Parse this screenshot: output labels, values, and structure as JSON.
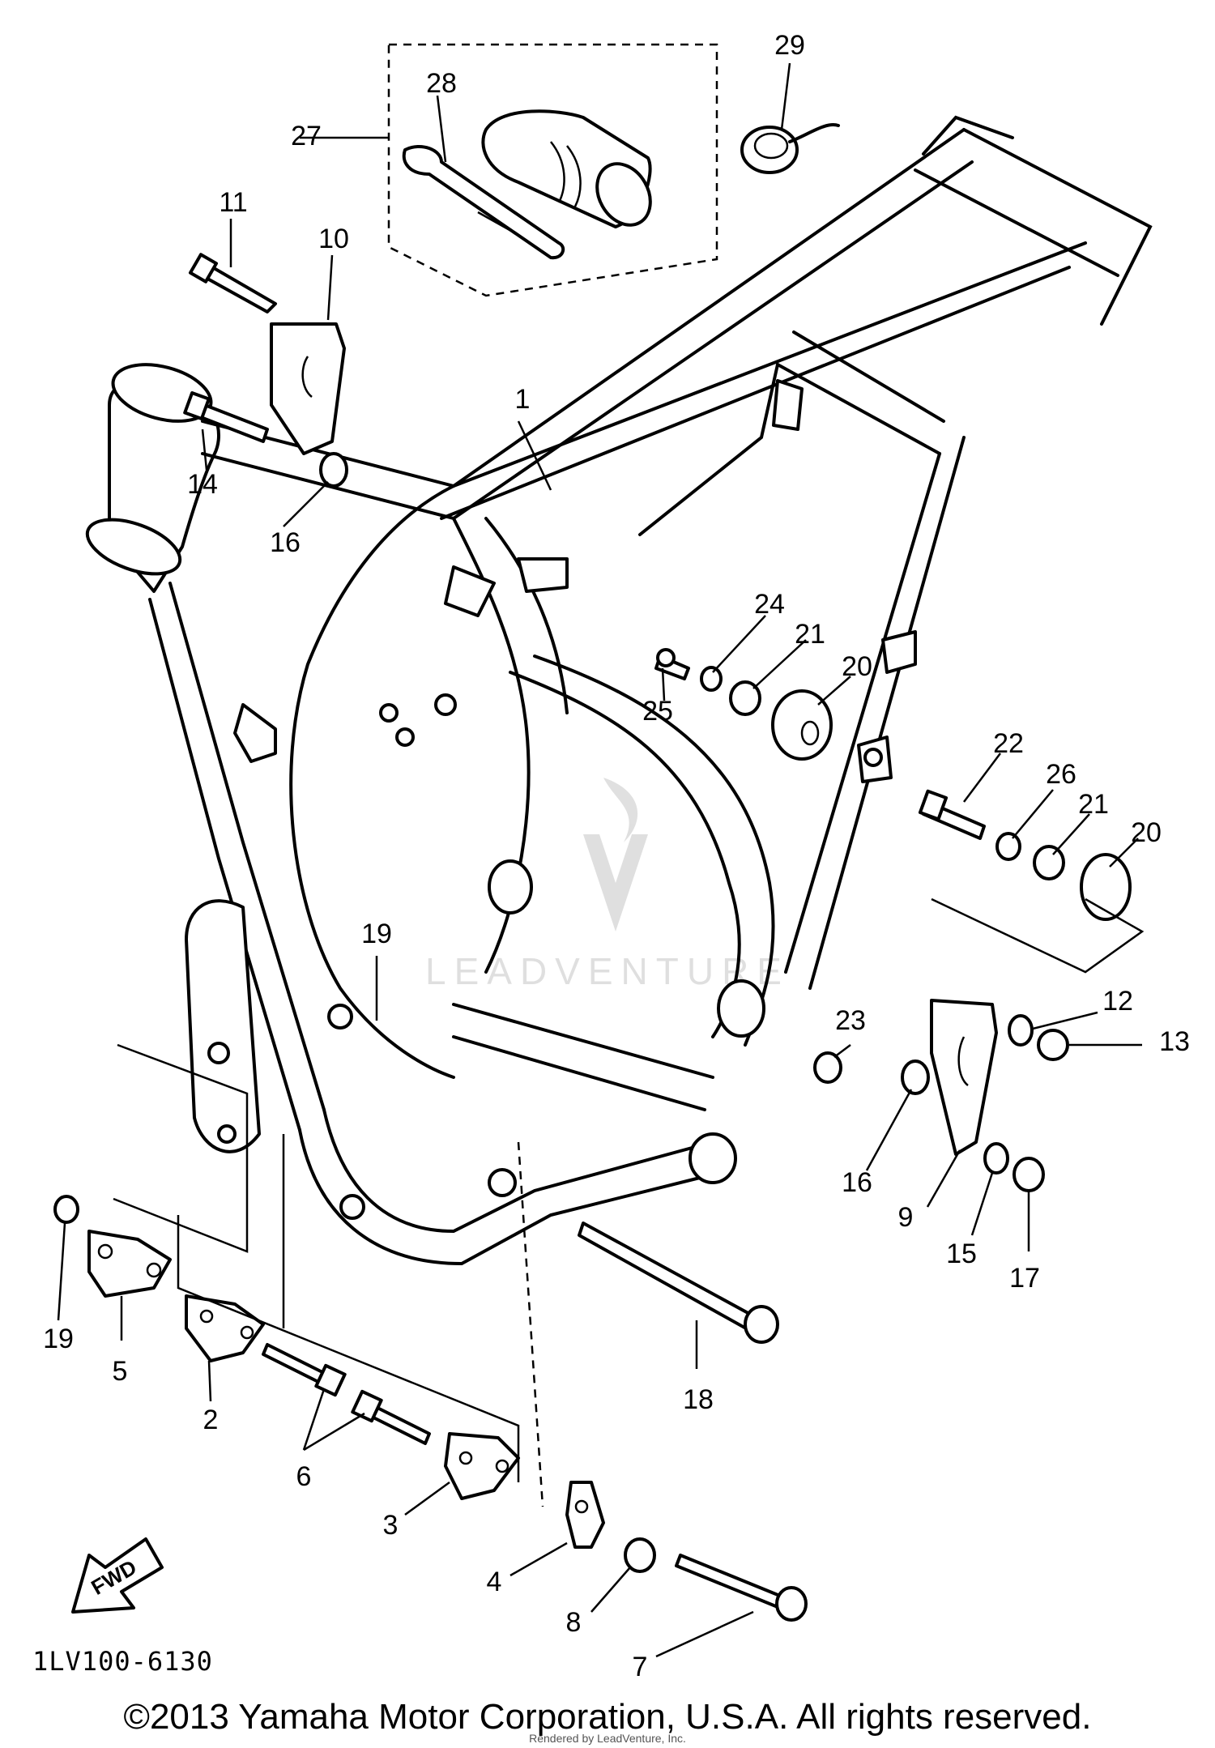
{
  "diagram": {
    "code": "1LV100-6130",
    "copyright": "©2013 Yamaha Motor Corporation, U.S.A. All rights reserved.",
    "credit": "Rendered by LeadVenture, Inc.",
    "fwd_label": "FWD",
    "watermark_text": "LEADVENTURE",
    "callouts": [
      {
        "id": "p1",
        "label": "1"
      },
      {
        "id": "p2",
        "label": "2"
      },
      {
        "id": "p3",
        "label": "3"
      },
      {
        "id": "p4",
        "label": "4"
      },
      {
        "id": "p5",
        "label": "5"
      },
      {
        "id": "p6",
        "label": "6"
      },
      {
        "id": "p7",
        "label": "7"
      },
      {
        "id": "p8",
        "label": "8"
      },
      {
        "id": "p9",
        "label": "9"
      },
      {
        "id": "p10",
        "label": "10"
      },
      {
        "id": "p11",
        "label": "11"
      },
      {
        "id": "p12",
        "label": "12"
      },
      {
        "id": "p13",
        "label": "13"
      },
      {
        "id": "p14",
        "label": "14"
      },
      {
        "id": "p15",
        "label": "15"
      },
      {
        "id": "p16a",
        "label": "16"
      },
      {
        "id": "p16b",
        "label": "16"
      },
      {
        "id": "p17",
        "label": "17"
      },
      {
        "id": "p18",
        "label": "18"
      },
      {
        "id": "p19a",
        "label": "19"
      },
      {
        "id": "p19b",
        "label": "19"
      },
      {
        "id": "p20a",
        "label": "20"
      },
      {
        "id": "p20b",
        "label": "20"
      },
      {
        "id": "p21a",
        "label": "21"
      },
      {
        "id": "p21b",
        "label": "21"
      },
      {
        "id": "p22",
        "label": "22"
      },
      {
        "id": "p23",
        "label": "23"
      },
      {
        "id": "p24",
        "label": "24"
      },
      {
        "id": "p25",
        "label": "25"
      },
      {
        "id": "p26",
        "label": "26"
      },
      {
        "id": "p27",
        "label": "27"
      },
      {
        "id": "p28",
        "label": "28"
      },
      {
        "id": "p29",
        "label": "29"
      }
    ]
  }
}
